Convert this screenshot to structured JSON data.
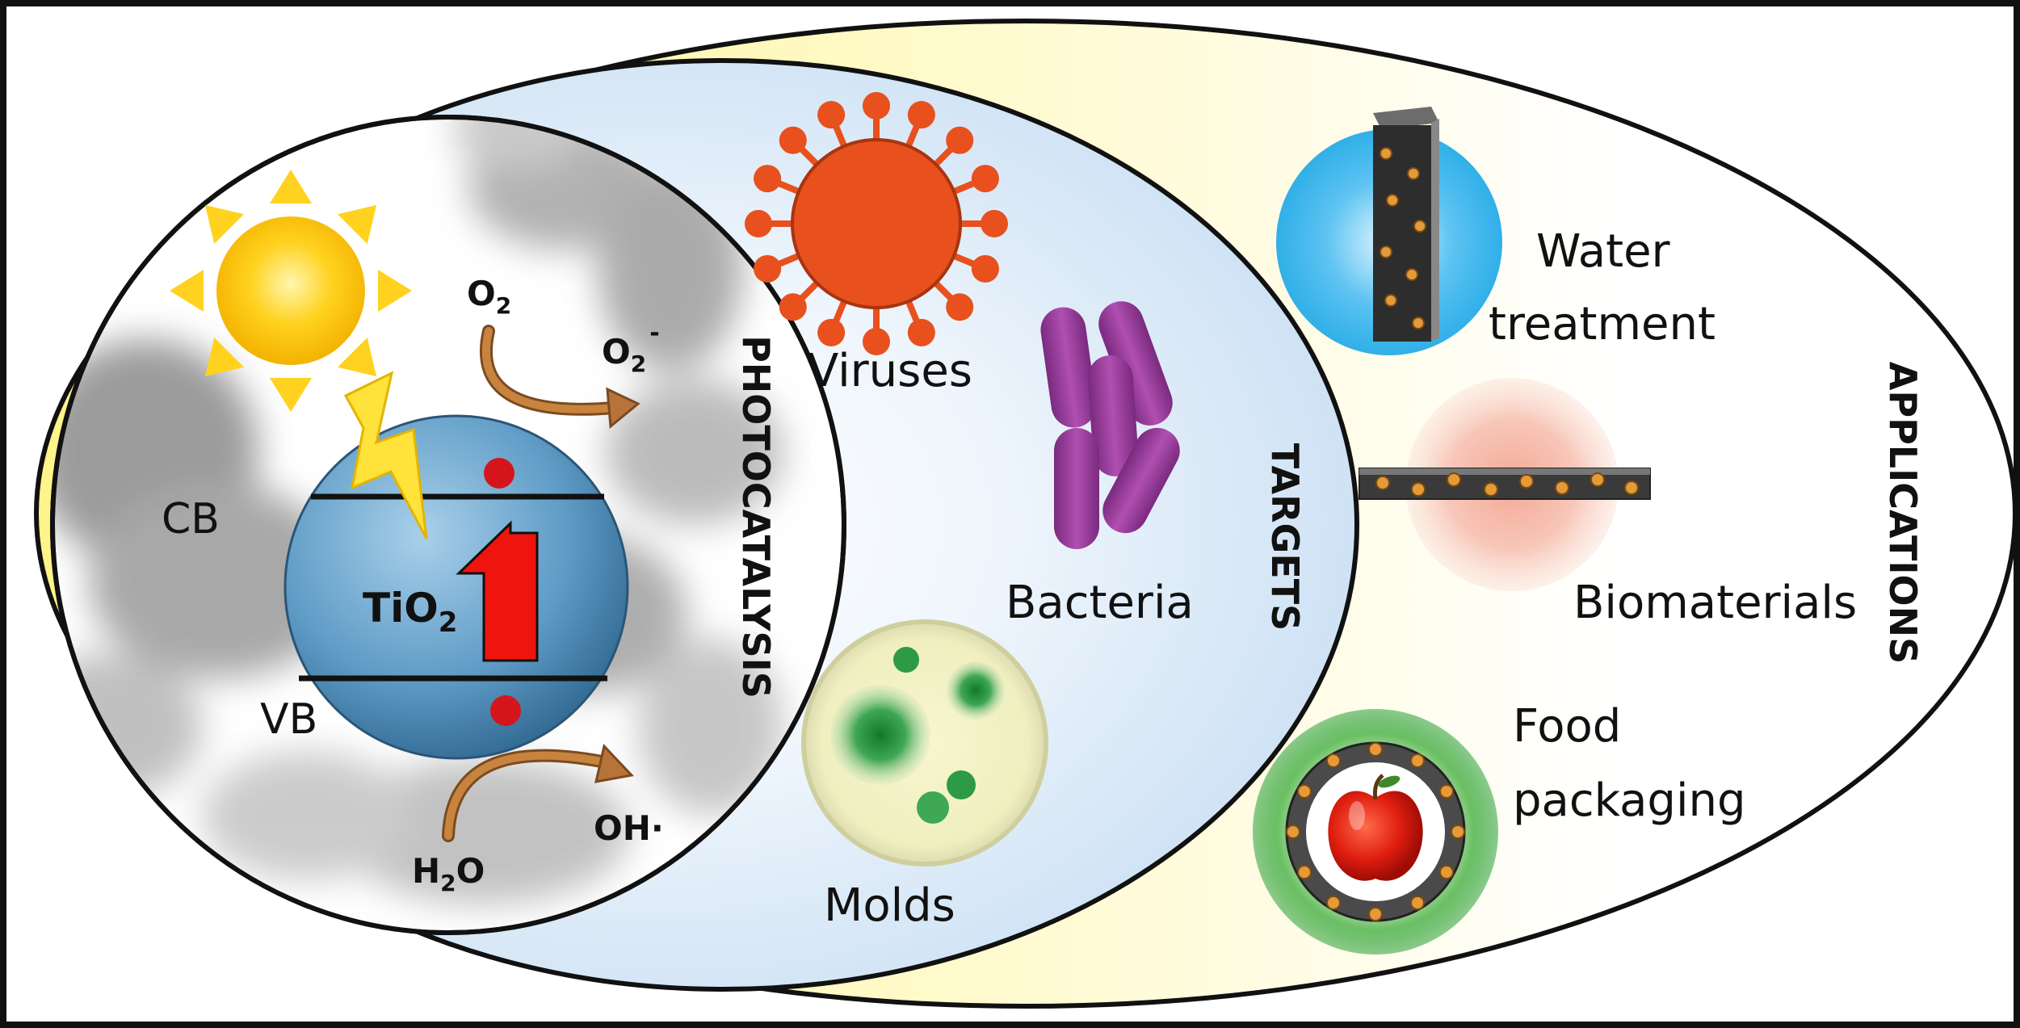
{
  "section_titles": {
    "inner": "PHOTOCATALYSIS",
    "middle": "TARGETS",
    "outer": "APPLICATIONS"
  },
  "photocatalysis": {
    "cb": "CB",
    "vb": "VB",
    "catalyst_main": "TiO",
    "catalyst_sub": "2",
    "o2_main": "O",
    "o2_sub": "2",
    "superoxide_main": "O",
    "superoxide_sub": "2",
    "superoxide_sup": "-",
    "water_pre": "H",
    "water_sub": "2",
    "water_post": "O",
    "hydroxyl": "OH·"
  },
  "targets": {
    "viruses": "Viruses",
    "bacteria": "Bacteria",
    "molds": "Molds"
  },
  "applications": {
    "water_line1": "Water",
    "water_line2": "treatment",
    "biomaterials": "Biomaterials",
    "food_line1": "Food",
    "food_line2": "packaging"
  },
  "colors": {
    "sun": "#FFD21F",
    "bolt": "#FFE23A",
    "particle": "#4F8FB8",
    "electron": "#D4161C",
    "arrow": "#F0140E",
    "virus": "#E8501E",
    "bacteria": "#9B3D9B",
    "mold": "#1D8F3B",
    "reaction_arrow": "#B87339",
    "water_glow": "#1AA7E8",
    "bio_glow": "#F2A08F",
    "food_glow": "#3EA84A"
  }
}
